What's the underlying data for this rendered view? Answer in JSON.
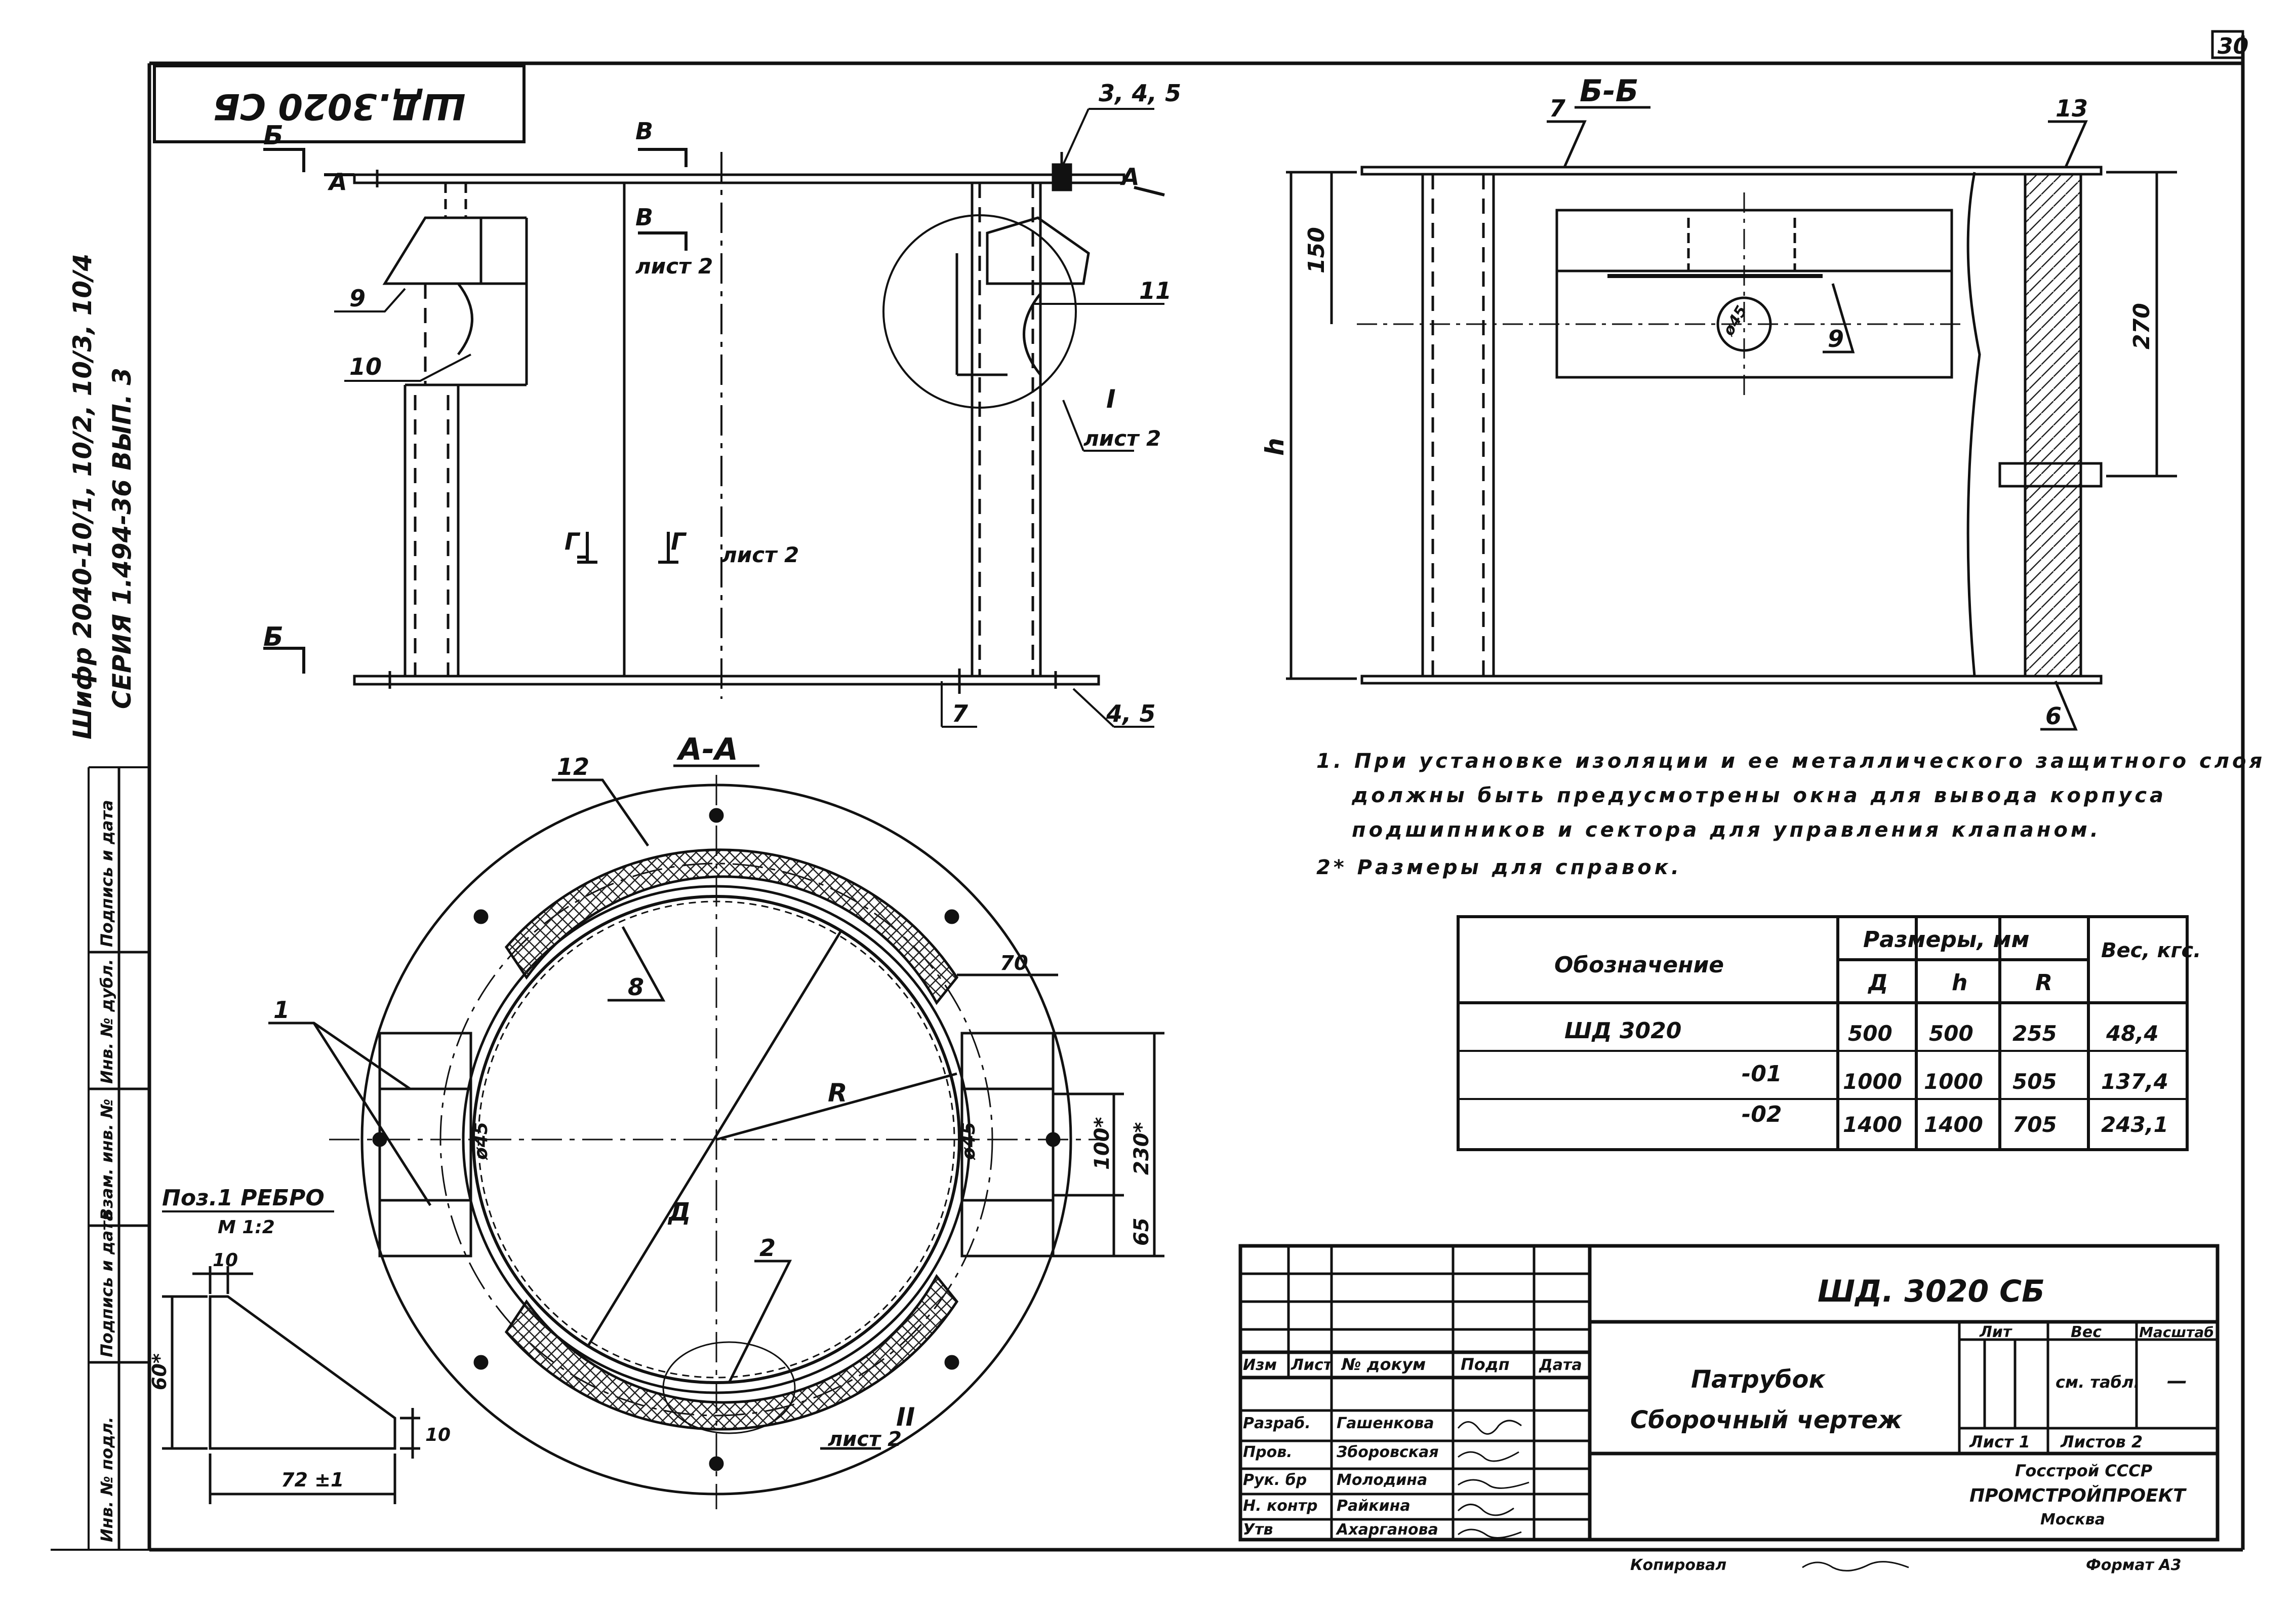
{
  "sheet": {
    "page_number": "30",
    "code_stamp": "ШД.3020 СБ",
    "cipher": "Шифр 2040-10/1, 10/2, 10/3, 10/4",
    "series": "СЕРИЯ 1.494-36 ВЫП. 3"
  },
  "front_view": {
    "labels": {
      "b": "Б",
      "a": "А",
      "v": "В",
      "g": "Г",
      "sheet2": "лист 2",
      "sheet2_i": "лист 2",
      "roman_i": "I",
      "p345": "3, 4, 5",
      "p45": "4, 5",
      "p7": "7",
      "p9": "9",
      "p10": "10",
      "p11": "11"
    }
  },
  "section_bb": {
    "title": "Б-Б",
    "labels": {
      "p7": "7",
      "p13": "13",
      "p9": "9",
      "p6": "6",
      "dim150": "150",
      "dim270": "270",
      "dim_h": "h",
      "hole": "ø45"
    }
  },
  "section_aa": {
    "title": "А-А",
    "labels": {
      "p12": "12",
      "p8": "8",
      "p1": "1",
      "p2": "2",
      "R": "R",
      "D": "Д",
      "dim70": "70",
      "dim45a": "ø45",
      "dim45b": "ø45",
      "dim100": "100*",
      "dim230": "230*",
      "dim65": "65",
      "roman_ii": "II",
      "sheet2": "лист 2"
    }
  },
  "pos1": {
    "title": "Поз.1  РЕБРО",
    "scale": "М 1:2",
    "dim10top": "10",
    "dim60": "60*",
    "dim10r": "10",
    "dim72": "72 ±1"
  },
  "notes": [
    "1. При установке изоляции и ее металлического защитного слоя",
    "должны быть предусмотрены окна для вывода корпуса",
    "подшипников и сектора для управления клапаном.",
    "2* Размеры для справок."
  ],
  "table": {
    "col_designation": "Обозначение",
    "group_header": "Размеры, мм",
    "col_weight": "Вес, кгс.",
    "col_d": "Д",
    "col_h": "h",
    "col_r": "R",
    "rows": [
      {
        "name": "ШД 3020",
        "d": "500",
        "h": "500",
        "r": "255",
        "w": "48,4"
      },
      {
        "name": "-01",
        "d": "1000",
        "h": "1000",
        "r": "505",
        "w": "137,4"
      },
      {
        "name": "-02",
        "d": "1400",
        "h": "1400",
        "r": "705",
        "w": "243,1"
      }
    ]
  },
  "left_strip": [
    "Инв. № подл.",
    "Подпись и дата",
    "Взам. инв. №",
    "Инв. № дубл.",
    "Подпись и дата"
  ],
  "title_block": {
    "code": "ШД. 3020 СБ",
    "name1": "Патрубок",
    "name2": "Сборочный чертеж",
    "col_izm": "Изм",
    "col_list": "Лист",
    "col_doc": "№ докум",
    "col_sign": "Подп",
    "col_date": "Дата",
    "roles": [
      {
        "role": "Разраб.",
        "name": "Гашенкова"
      },
      {
        "role": "Пров.",
        "name": "Зборовская"
      },
      {
        "role": "Рук. бр",
        "name": "Молодина"
      },
      {
        "role": "Н. контр",
        "name": "Райкина"
      },
      {
        "role": "Утв",
        "name": "Ахарганова"
      }
    ],
    "lit": "Лит",
    "weight": "Вес",
    "scale": "Масштаб",
    "weight_val": "см. табл.",
    "scale_val": "—",
    "sheet": "Лист 1",
    "sheets": "Листов 2",
    "org1": "Госстрой СССР",
    "org2": "ПРОМСТРОЙПРОЕКТ",
    "org3": "Москва"
  },
  "footer": {
    "copied": "Копировал",
    "format": "Формат А3"
  }
}
